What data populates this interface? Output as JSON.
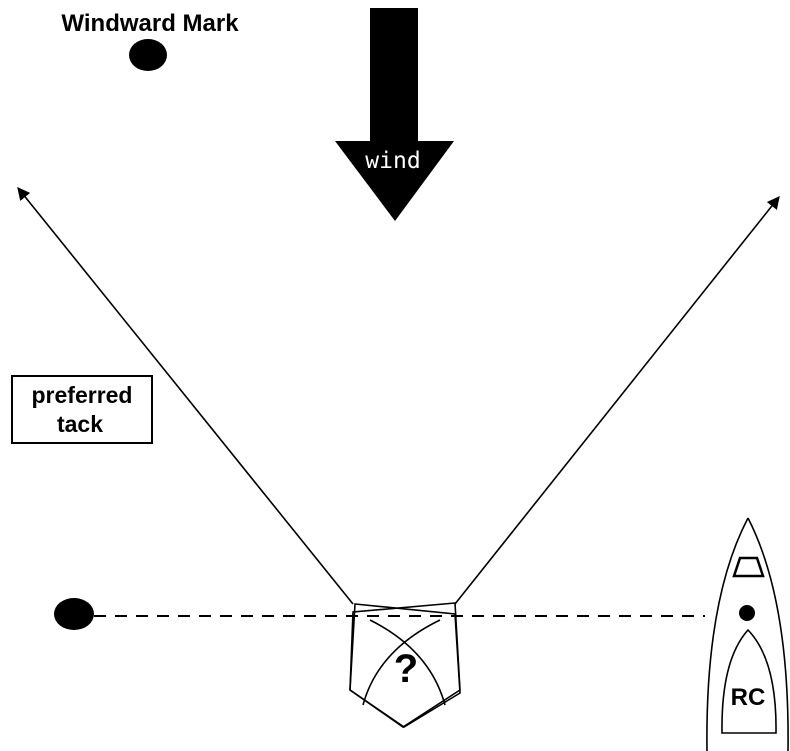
{
  "windward_mark": {
    "label": "Windward Mark"
  },
  "wind": {
    "label": "wind"
  },
  "preferred_tack": {
    "line1": "preferred",
    "line2": "tack"
  },
  "boat": {
    "question": "?"
  },
  "committee_boat": {
    "label": "RC"
  },
  "colors": {
    "ink": "#000000",
    "paper": "#ffffff"
  }
}
